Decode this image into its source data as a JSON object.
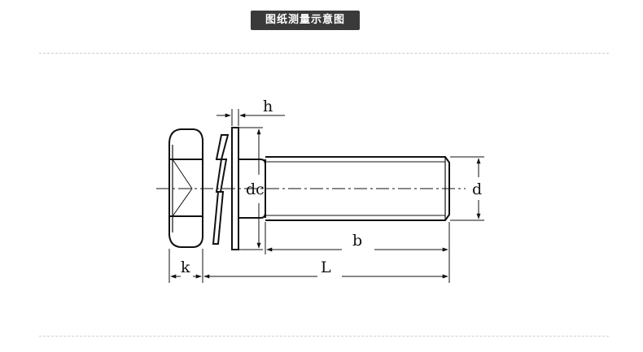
{
  "title": "图纸测量示意图",
  "labels": {
    "h": "h",
    "dc": "dc",
    "d": "d",
    "b": "b",
    "L": "L",
    "k": "k"
  },
  "colors": {
    "badge_bg": "#3a3a3a",
    "badge_text": "#ffffff",
    "line": "#111111",
    "divider": "#cfcfcf"
  }
}
